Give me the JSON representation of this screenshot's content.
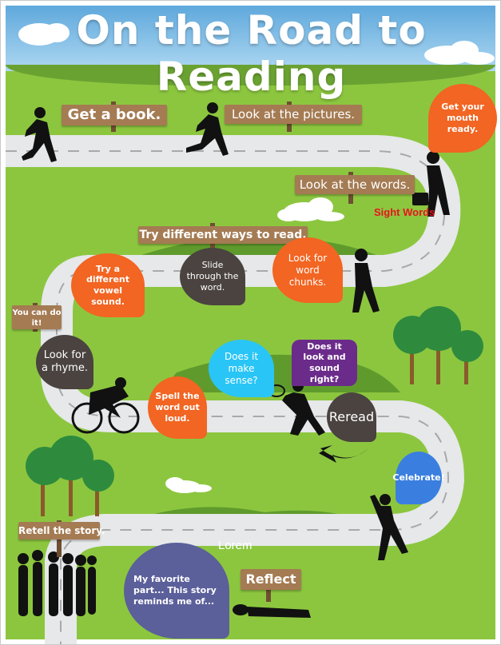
{
  "title": "On the Road to Reading",
  "signs": {
    "get_book": "Get a book.",
    "look_pictures": "Look at the pictures.",
    "look_words": "Look at the words.",
    "try_ways": "Try different ways to read.",
    "you_can": "You can do it!",
    "reread": "Reread",
    "retell": "Retell the story.",
    "reflect": "Reflect"
  },
  "bubbles": {
    "mouth_ready": "Get your mouth ready.",
    "slide_through": "Slide through the word.",
    "word_chunks": "Look for word chunks.",
    "vowel_sound": "Try a different vowel sound.",
    "rhyme": "Look for a rhyme.",
    "make_sense": "Does it make sense?",
    "look_sound_right": "Does it look and sound right?",
    "spell_out": "Spell the word out loud.",
    "celebrate": "Celebrate!",
    "favorite_part": "My favorite part... This story reminds me of..."
  },
  "labels": {
    "sight_words": "Sight Words",
    "lorem": "Lorem"
  },
  "colors": {
    "orange": "#f26522",
    "dark": "#4a4340",
    "cyan": "#29c5f6",
    "purple": "#6b2b8a",
    "blue": "#3a7fe0",
    "slate": "#5b5f9a",
    "sign_wood": "#a47b53",
    "grass": "#8cc63f",
    "road": "#e6e8ea",
    "sight_words_red": "#e8141e"
  }
}
